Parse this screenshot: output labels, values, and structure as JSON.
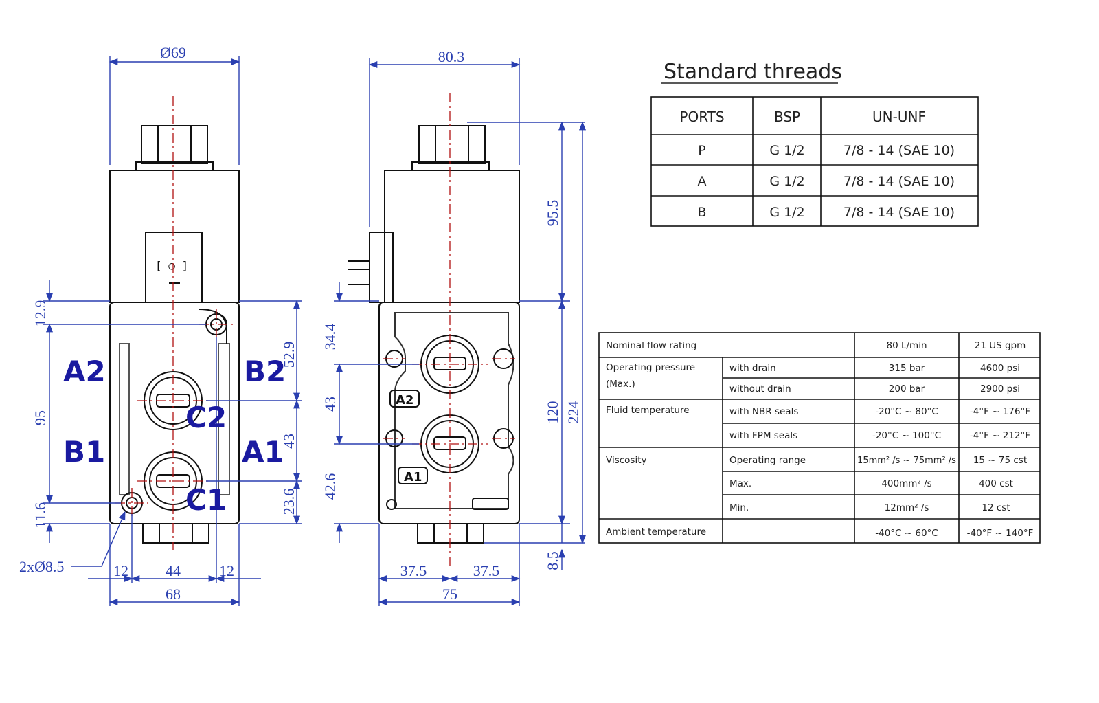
{
  "views": {
    "front": {
      "dims": {
        "top_diameter": "Ø69",
        "h_12_9": "12.9",
        "h_95": "95",
        "h_11_6": "11.6",
        "r_52_9": "52.9",
        "r_43": "43",
        "r_23_6": "23.6",
        "hole": "2xØ8.5",
        "b_12_left": "12",
        "b_44": "44",
        "b_12_right": "12",
        "b_68": "68"
      },
      "ports": {
        "a2": "A2",
        "b2": "B2",
        "c2": "C2",
        "b1": "B1",
        "a1": "A1",
        "c1": "C1"
      }
    },
    "side": {
      "dims": {
        "top_80_3": "80.3",
        "l_34_4": "34.4",
        "l_43": "43",
        "l_42_6": "42.6",
        "r_95_5": "95.5",
        "r_120": "120",
        "r_224": "224",
        "r_8_5": "8.5",
        "b_37_5_left": "37.5",
        "b_37_5_right": "37.5",
        "b_75": "75"
      },
      "marks": {
        "a2": "A2",
        "a1": "A1"
      }
    }
  },
  "standard_threads": {
    "title": "Standard threads",
    "headers": [
      "PORTS",
      "BSP",
      "UN-UNF"
    ],
    "rows": [
      [
        "P",
        "G 1/2",
        "7/8 - 14 (SAE 10)"
      ],
      [
        "A",
        "G 1/2",
        "7/8 - 14 (SAE 10)"
      ],
      [
        "B",
        "G 1/2",
        "7/8 - 14 (SAE 10)"
      ]
    ]
  },
  "specs": {
    "nominal_flow": {
      "label": "Nominal flow rating",
      "metric": "80 L/min",
      "imperial": "21 US gpm"
    },
    "pressure": {
      "label_line1": "Operating pressure",
      "label_line2": "(Max.)",
      "rows": [
        {
          "cond": "with drain",
          "metric": "315 bar",
          "imperial": "4600 psi"
        },
        {
          "cond": "without drain",
          "metric": "200 bar",
          "imperial": "2900 psi"
        }
      ]
    },
    "fluid_temp": {
      "label": "Fluid temperature",
      "rows": [
        {
          "cond": "with NBR seals",
          "metric": "-20°C ~ 80°C",
          "imperial": "-4°F ~ 176°F"
        },
        {
          "cond": "with FPM seals",
          "metric": "-20°C ~ 100°C",
          "imperial": "-4°F ~ 212°F"
        }
      ]
    },
    "viscosity": {
      "label": "Viscosity",
      "rows": [
        {
          "cond": "Operating range",
          "metric": "15mm² /s ~ 75mm² /s",
          "imperial": "15 ~ 75 cst"
        },
        {
          "cond": "Max.",
          "metric": "400mm² /s",
          "imperial": "400 cst"
        },
        {
          "cond": "Min.",
          "metric": "12mm² /s",
          "imperial": "12 cst"
        }
      ]
    },
    "ambient": {
      "label": "Ambient temperature",
      "metric": "-40°C ~ 60°C",
      "imperial": "-40°F ~ 140°F"
    }
  }
}
